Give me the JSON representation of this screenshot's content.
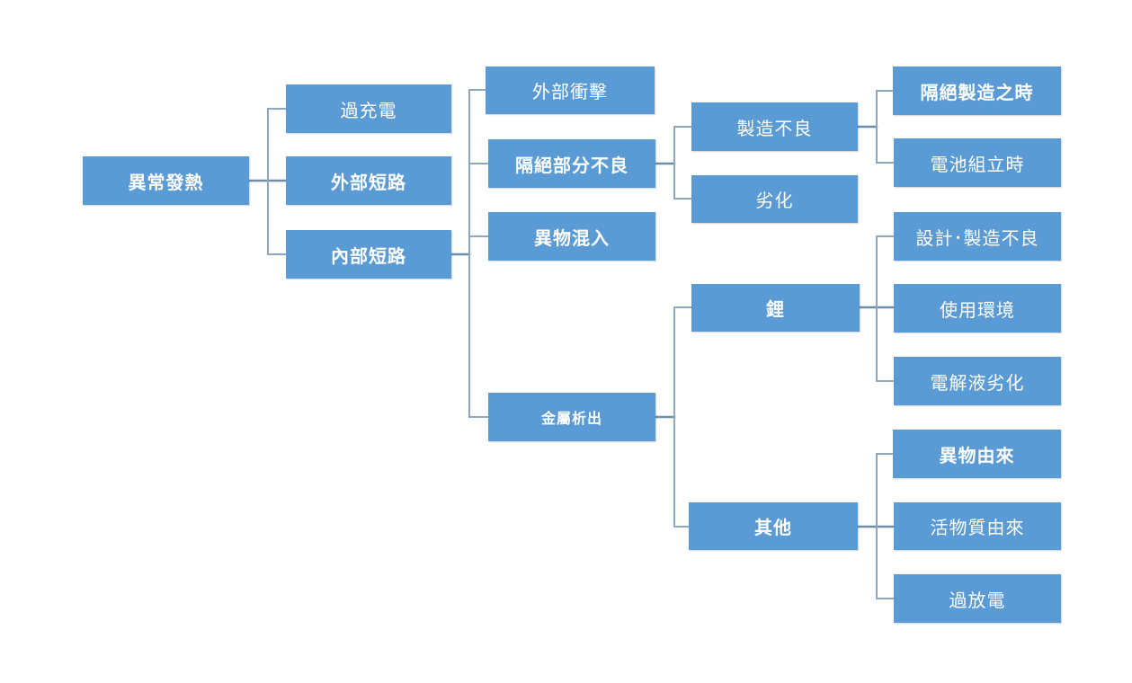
{
  "colors": {
    "box": "#5B9BD5",
    "text": "#FFFFFF",
    "connector": "#8EA6BE",
    "connector_strong": "#6F8CA8"
  },
  "tree": {
    "label": "異常發熱",
    "children": [
      {
        "label": "過充電"
      },
      {
        "label": "外部短路"
      },
      {
        "label": "內部短路",
        "children": [
          {
            "label": "外部衝擊"
          },
          {
            "label": "隔絕部分不良",
            "children": [
              {
                "label": "製造不良",
                "children": [
                  {
                    "label": "隔絕製造之時"
                  },
                  {
                    "label": "電池組立時"
                  }
                ]
              },
              {
                "label": "劣化"
              }
            ]
          },
          {
            "label": "異物混入"
          },
          {
            "label": "金屬析出",
            "children": [
              {
                "label": "鋰",
                "children": [
                  {
                    "label": "設計･製造不良"
                  },
                  {
                    "label": "使用環境"
                  },
                  {
                    "label": "電解液劣化"
                  }
                ]
              },
              {
                "label": "其他",
                "children": [
                  {
                    "label": "異物由來"
                  },
                  {
                    "label": "活物質由來"
                  },
                  {
                    "label": "過放電"
                  }
                ]
              }
            ]
          }
        ]
      }
    ]
  }
}
